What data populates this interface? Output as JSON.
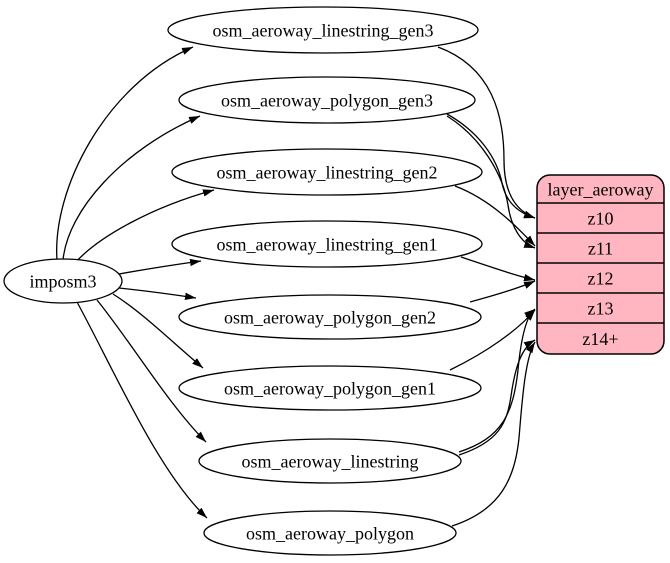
{
  "diagram": {
    "kind": "etl-graph",
    "background": "#ffffff",
    "colors": {
      "stroke": "#000000",
      "text": "#000000",
      "node_fill": "#ffffff",
      "layer_fill": "#ffb6c1"
    },
    "source": {
      "id": "imposm3",
      "label": "imposm3"
    },
    "tables": [
      {
        "id": "osm_aeroway_linestring_gen3",
        "label": "osm_aeroway_linestring_gen3"
      },
      {
        "id": "osm_aeroway_polygon_gen3",
        "label": "osm_aeroway_polygon_gen3"
      },
      {
        "id": "osm_aeroway_linestring_gen2",
        "label": "osm_aeroway_linestring_gen2"
      },
      {
        "id": "osm_aeroway_linestring_gen1",
        "label": "osm_aeroway_linestring_gen1"
      },
      {
        "id": "osm_aeroway_polygon_gen2",
        "label": "osm_aeroway_polygon_gen2"
      },
      {
        "id": "osm_aeroway_polygon_gen1",
        "label": "osm_aeroway_polygon_gen1"
      },
      {
        "id": "osm_aeroway_linestring",
        "label": "osm_aeroway_linestring"
      },
      {
        "id": "osm_aeroway_polygon",
        "label": "osm_aeroway_polygon"
      }
    ],
    "layer": {
      "id": "layer_aeroway",
      "title": "layer_aeroway",
      "rows": [
        "z10",
        "z11",
        "z12",
        "z13",
        "z14+"
      ]
    },
    "edges": [
      {
        "from": "imposm3",
        "to": "osm_aeroway_linestring_gen3"
      },
      {
        "from": "imposm3",
        "to": "osm_aeroway_polygon_gen3"
      },
      {
        "from": "imposm3",
        "to": "osm_aeroway_linestring_gen2"
      },
      {
        "from": "imposm3",
        "to": "osm_aeroway_linestring_gen1"
      },
      {
        "from": "imposm3",
        "to": "osm_aeroway_polygon_gen2"
      },
      {
        "from": "imposm3",
        "to": "osm_aeroway_polygon_gen1"
      },
      {
        "from": "imposm3",
        "to": "osm_aeroway_linestring"
      },
      {
        "from": "imposm3",
        "to": "osm_aeroway_polygon"
      },
      {
        "from": "osm_aeroway_linestring_gen3",
        "to": "layer_aeroway",
        "port": "z10"
      },
      {
        "from": "osm_aeroway_polygon_gen3",
        "to": "layer_aeroway",
        "port": "z10"
      },
      {
        "from": "osm_aeroway_polygon_gen3",
        "to": "layer_aeroway",
        "port": "z11"
      },
      {
        "from": "osm_aeroway_linestring_gen2",
        "to": "layer_aeroway",
        "port": "z11"
      },
      {
        "from": "osm_aeroway_linestring_gen1",
        "to": "layer_aeroway",
        "port": "z12"
      },
      {
        "from": "osm_aeroway_polygon_gen2",
        "to": "layer_aeroway",
        "port": "z12"
      },
      {
        "from": "osm_aeroway_polygon_gen1",
        "to": "layer_aeroway",
        "port": "z13"
      },
      {
        "from": "osm_aeroway_linestring",
        "to": "layer_aeroway",
        "port": "z13"
      },
      {
        "from": "osm_aeroway_linestring",
        "to": "layer_aeroway",
        "port": "z14+"
      },
      {
        "from": "osm_aeroway_polygon",
        "to": "layer_aeroway",
        "port": "z14+"
      }
    ]
  }
}
